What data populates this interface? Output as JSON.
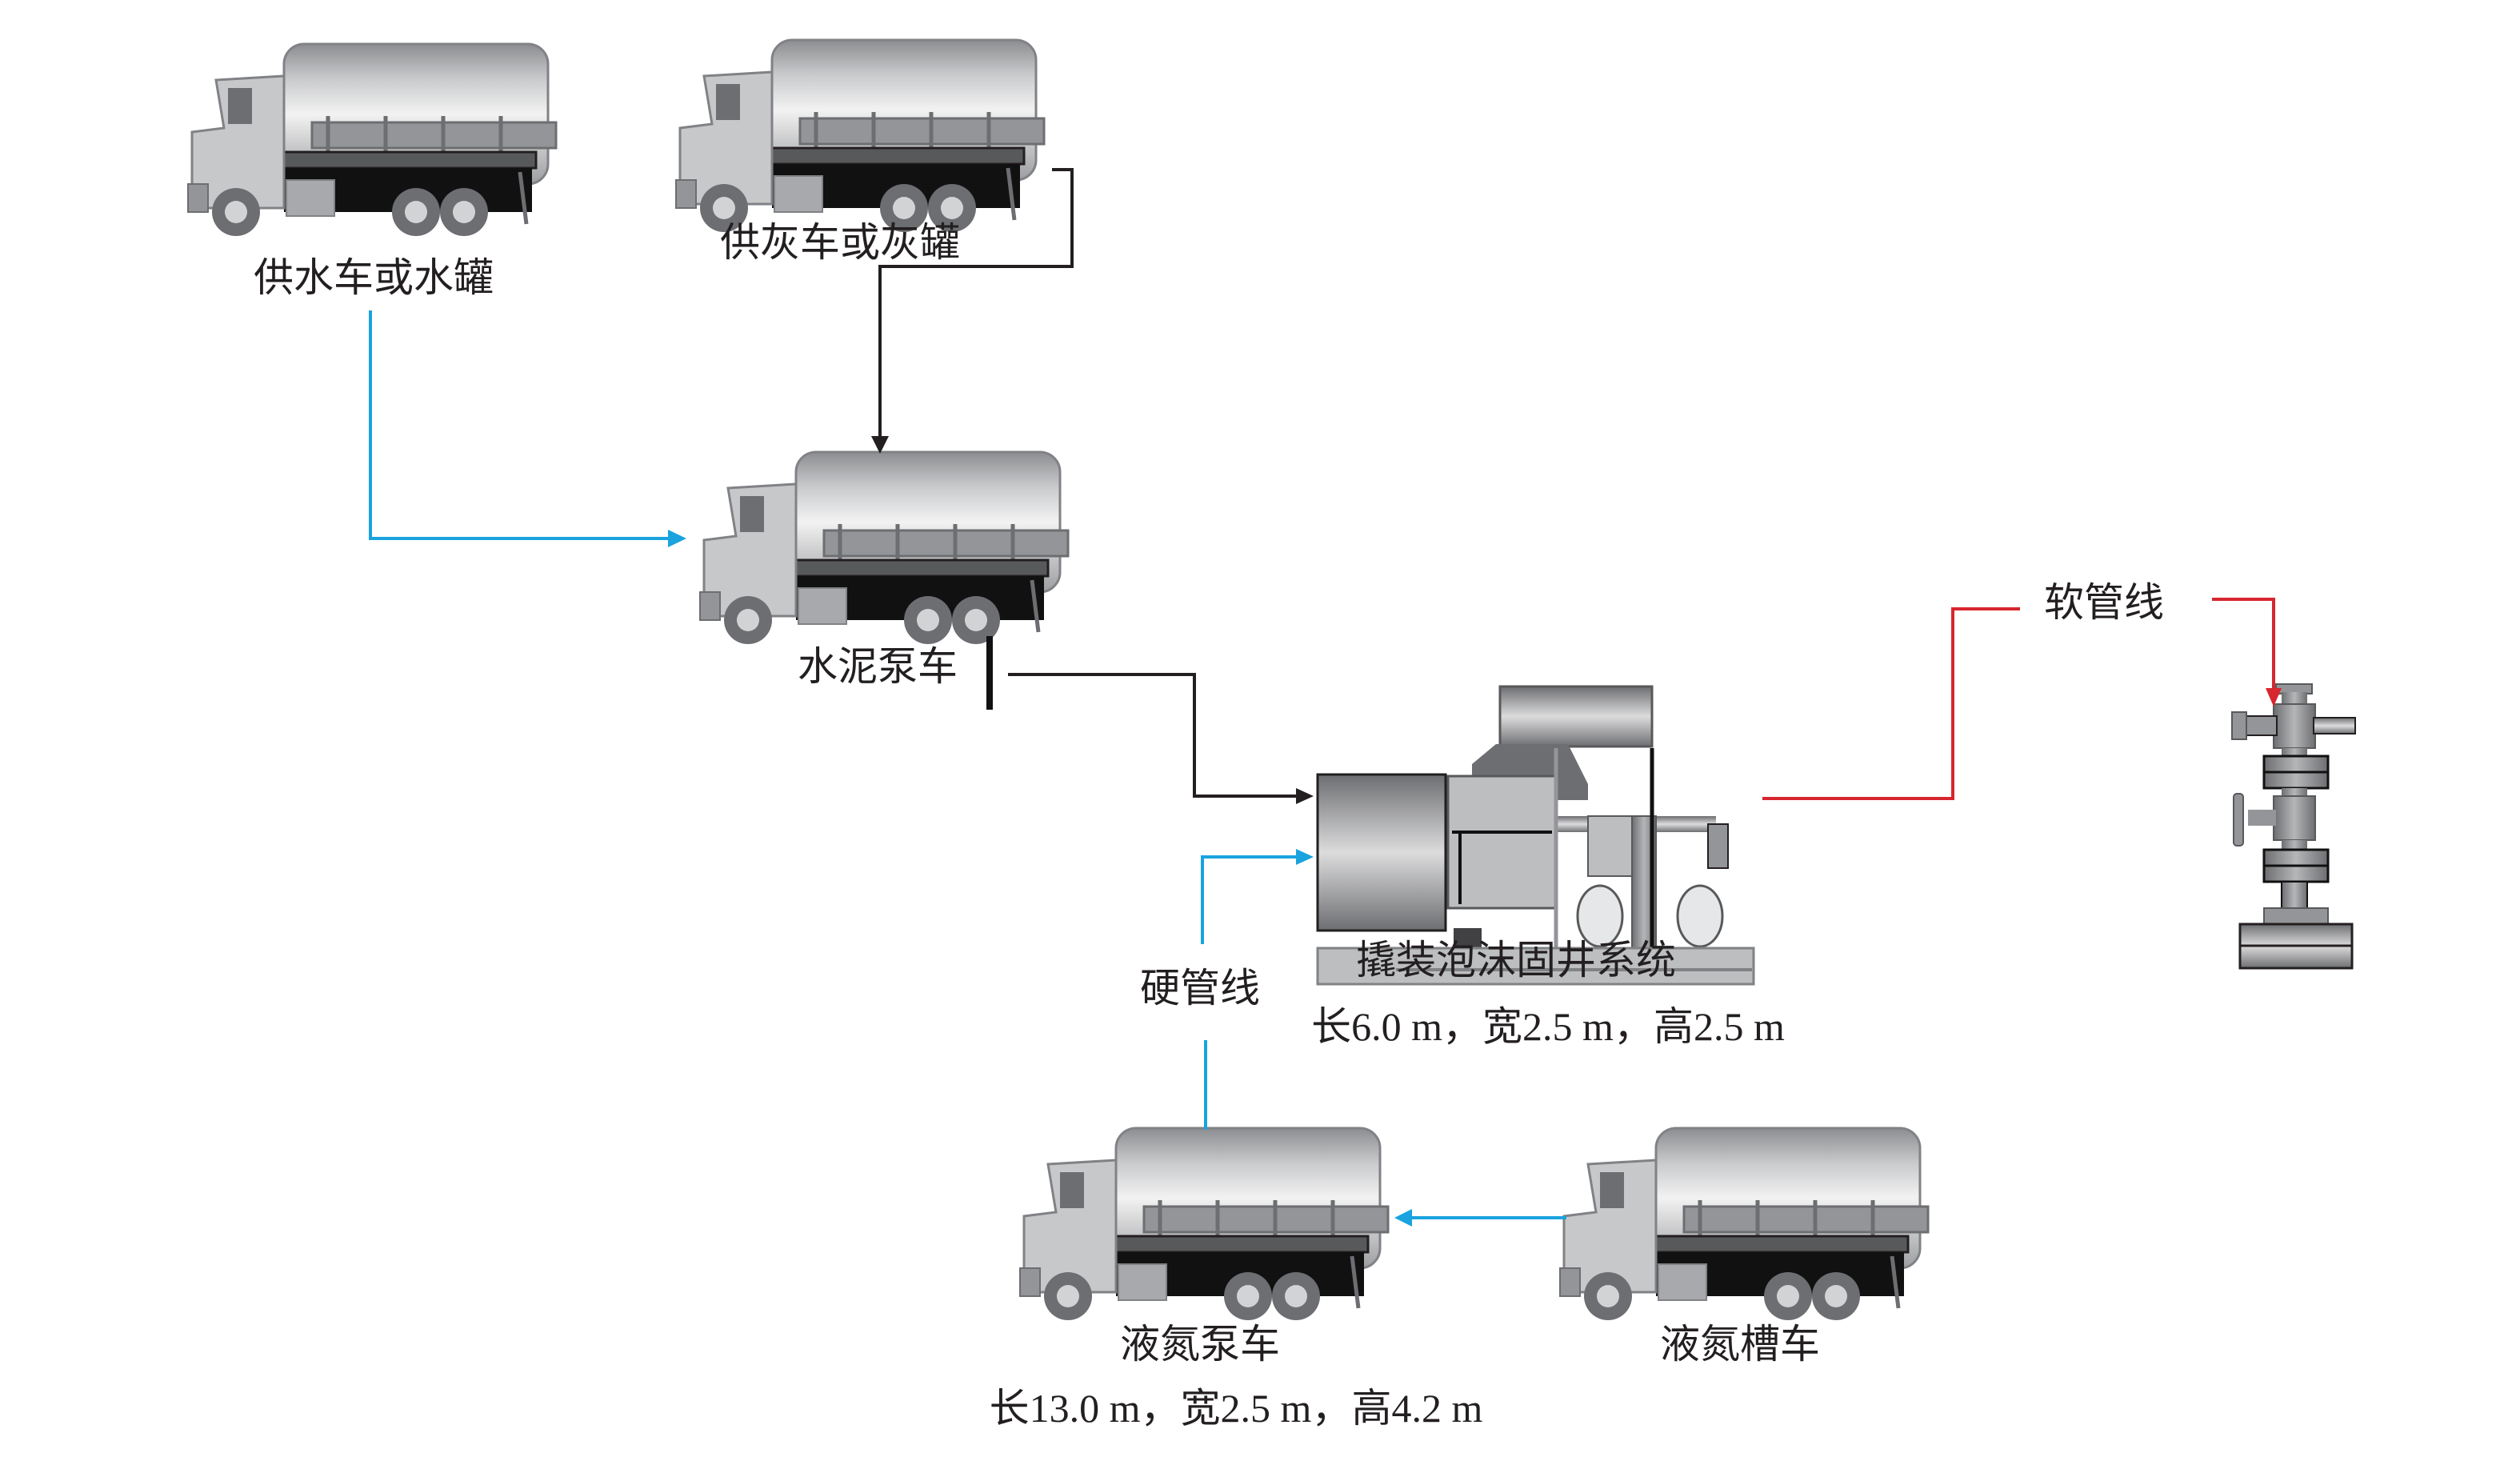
{
  "diagram": {
    "nodes": {
      "water_truck": {
        "label": "供水车或水罐",
        "icon": "tanker-truck-icon"
      },
      "cement_supply_truck": {
        "label": "供灰车或灰罐",
        "icon": "tanker-truck-icon"
      },
      "cement_pump_truck": {
        "label": "水泥泵车",
        "icon": "tanker-truck-icon"
      },
      "foam_cementing_skid": {
        "label": "撬装泡沫固井系统",
        "dimensions": "长6.0 m，宽2.5 m，高2.5 m",
        "icon": "skid-pump-unit-icon"
      },
      "liquid_nitrogen_pump_truck": {
        "label": "液氮泵车",
        "dimensions": "长13.0 m，宽2.5 m，高4.2 m",
        "icon": "tanker-truck-icon"
      },
      "liquid_nitrogen_tanker": {
        "label": "液氮槽车",
        "icon": "tanker-truck-icon"
      },
      "wellhead": {
        "icon": "wellhead-christmas-tree-icon"
      }
    },
    "edges": [
      {
        "from": "water_truck",
        "to": "cement_pump_truck",
        "color": "#1aa3de"
      },
      {
        "from": "cement_supply_truck",
        "to": "cement_pump_truck",
        "color": "#231f20"
      },
      {
        "from": "cement_pump_truck",
        "to": "foam_cementing_skid",
        "color": "#231f20"
      },
      {
        "from": "liquid_nitrogen_pump_truck",
        "to": "foam_cementing_skid",
        "color": "#1aa3de",
        "label": "硬管线"
      },
      {
        "from": "liquid_nitrogen_tanker",
        "to": "liquid_nitrogen_pump_truck",
        "color": "#1aa3de"
      },
      {
        "from": "foam_cementing_skid",
        "to": "wellhead",
        "color": "#d7262e",
        "label": "软管线"
      }
    ],
    "colors": {
      "blue_line": "#1aa3de",
      "black_line": "#231f20",
      "red_line": "#d7262e"
    }
  }
}
